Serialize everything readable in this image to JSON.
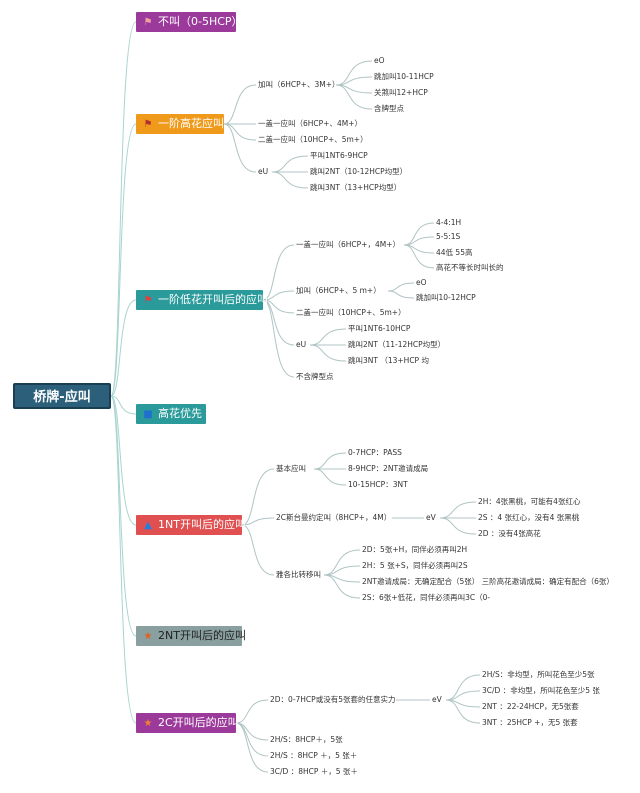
{
  "root": "桥牌-应叫",
  "topics": {
    "t1": {
      "label": "不叫（0-5HCP）",
      "color": "#9b3a9a"
    },
    "t2": {
      "label": "一阶高花应叫",
      "color": "#f09a1c"
    },
    "t3": {
      "label": "一阶低花开叫后的应叫",
      "color": "#2a9a9a"
    },
    "t4": {
      "label": "高花优先",
      "color": "#2a9a9a"
    },
    "t5": {
      "label": "1NT开叫后的应叫",
      "color": "#e05050"
    },
    "t6": {
      "label": "2NT开叫后的应叫",
      "color": "#8aa0a0"
    },
    "t7": {
      "label": "2C开叫后的应叫",
      "color": "#9b3a9a"
    }
  },
  "icons": {
    "t1": "flag-icon",
    "t2": "flag-icon",
    "t3": "flag-icon",
    "t4": "square-icon",
    "t5": "triangle-icon",
    "t6": "star-icon",
    "t7": "star-icon"
  },
  "t2": {
    "a": "加叫（6HCP+、3M+）",
    "a1": "eO",
    "a2": "跳加叫10-11HCP",
    "a3": "关煞叫12+HCP",
    "a4": "含牌型点",
    "b": "一盖一应叫（6HCP+、4M+）",
    "c": "二盖一应叫（10HCP+、5m+）",
    "d": "eU",
    "d1": "平叫1NT6-9HCP",
    "d2": "跳叫2NT（10-12HCP均型）",
    "d3": "跳叫3NT（13+HCP均型）"
  },
  "t3": {
    "a": "一盖一应叫（6HCP+，4M+）",
    "a1": "4-4:1H",
    "a2": "5-5:1S",
    "a3": "44低 55高",
    "a4": "高花不等长时叫长的",
    "b": "加叫（6HCP+、5 m+）",
    "b1": "eO",
    "b2": "跳加叫10-12HCP",
    "c": "二盖一应叫（10HCP+、5m+）",
    "d": "eU",
    "d1": "平叫1NT6-10HCP",
    "d2": "跳叫2NT（11-12HCP均型）",
    "d3": "跳叫3NT （13+HCP 均",
    "e": "不含牌型点"
  },
  "t5": {
    "a": "基本应叫",
    "a1": "0-7HCP：PASS",
    "a2": "8-9HCP：2NT邀请成局",
    "a3": "10-15HCP：3NT",
    "b": "2C斯台曼约定叫（8HCP+，4M）",
    "b0": "eV",
    "b1": "2H：4张黑桃，可能有4张红心",
    "b2": "2S ：4 张红心，没有4 张黑桃",
    "b3": "2D ：没有4张高花",
    "c": "雅各比转移叫",
    "c1": "2D：5张+H，同伴必须再叫2H",
    "c2": "2H：5 张+S，同伴必须再叫2S",
    "c3": "2NT邀请成局：无确定配合（5张） 三阶高花邀请成局：确定有配合（6张）",
    "c4": "2S：6张+低花，同伴必须再叫3C（0-"
  },
  "t7": {
    "a": "2D：0-7HCP或没有5张套的任意实力",
    "a0": "eV",
    "a1": "2H/S：非均型，所叫花色至少5张",
    "a2": "3C/D ：非均型，所叫花色至少5 张",
    "a3": "2NT ：22-24HCP，无5张套",
    "a4": "3NT ：25HCP +，无5 张套",
    "b": "2H/S：8HCP＋，5张",
    "c": "2H/S ：8HCP ＋，5 张＋",
    "d": "3C/D ：8HCP ＋，5 张＋"
  }
}
